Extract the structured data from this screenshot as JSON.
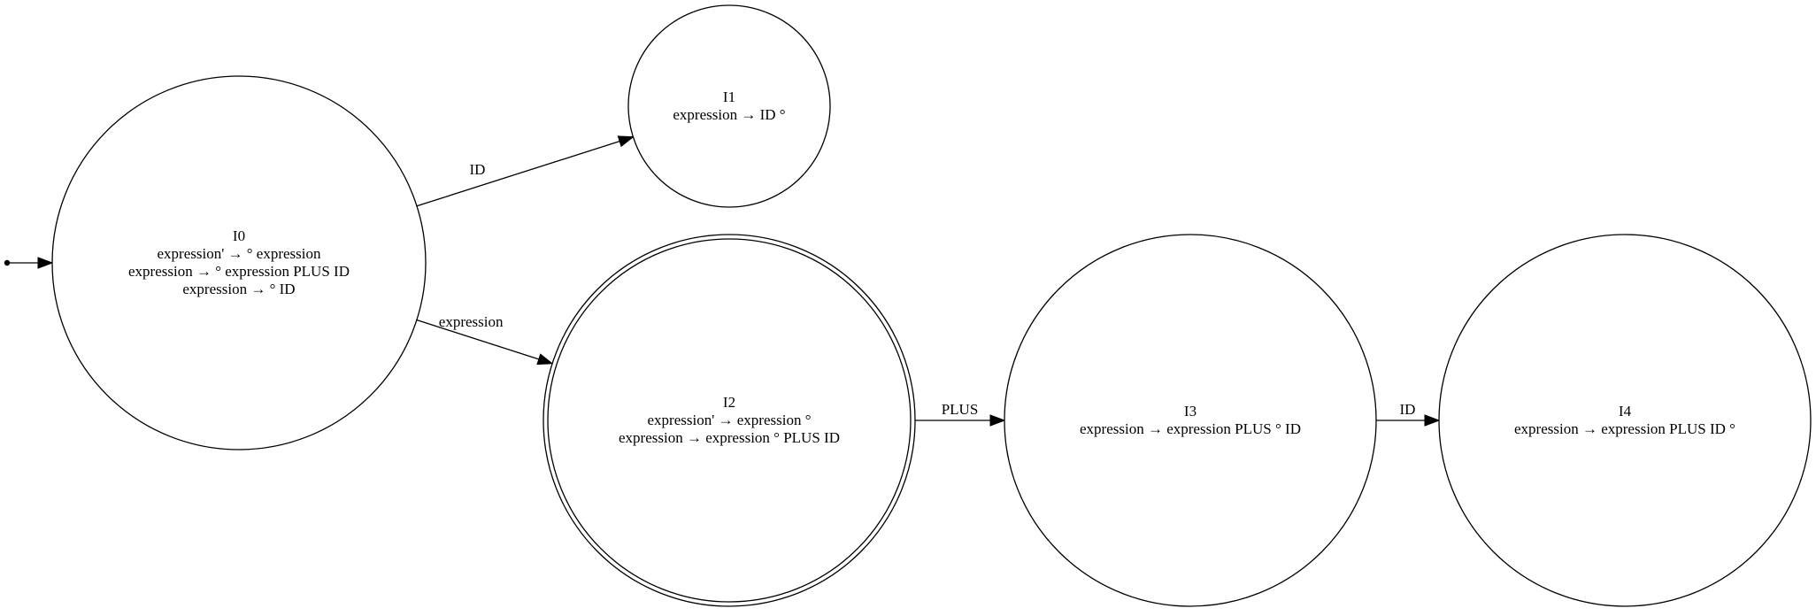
{
  "states": [
    {
      "id": "I0",
      "title": "I0",
      "items": [
        "expression' → ° expression",
        "expression → ° expression PLUS ID",
        "expression → ° ID"
      ],
      "accepting": false,
      "start": true
    },
    {
      "id": "I1",
      "title": "I1",
      "items": [
        "expression → ID °"
      ],
      "accepting": false,
      "start": false
    },
    {
      "id": "I2",
      "title": "I2",
      "items": [
        "expression' → expression °",
        "expression → expression ° PLUS ID"
      ],
      "accepting": true,
      "start": false
    },
    {
      "id": "I3",
      "title": "I3",
      "items": [
        "expression → expression PLUS ° ID"
      ],
      "accepting": false,
      "start": false
    },
    {
      "id": "I4",
      "title": "I4",
      "items": [
        "expression → expression PLUS ID °"
      ],
      "accepting": false,
      "start": false
    }
  ],
  "transitions": [
    {
      "from": "I0",
      "to": "I1",
      "label": "ID"
    },
    {
      "from": "I0",
      "to": "I2",
      "label": "expression"
    },
    {
      "from": "I2",
      "to": "I3",
      "label": "PLUS"
    },
    {
      "from": "I3",
      "to": "I4",
      "label": "ID"
    }
  ]
}
